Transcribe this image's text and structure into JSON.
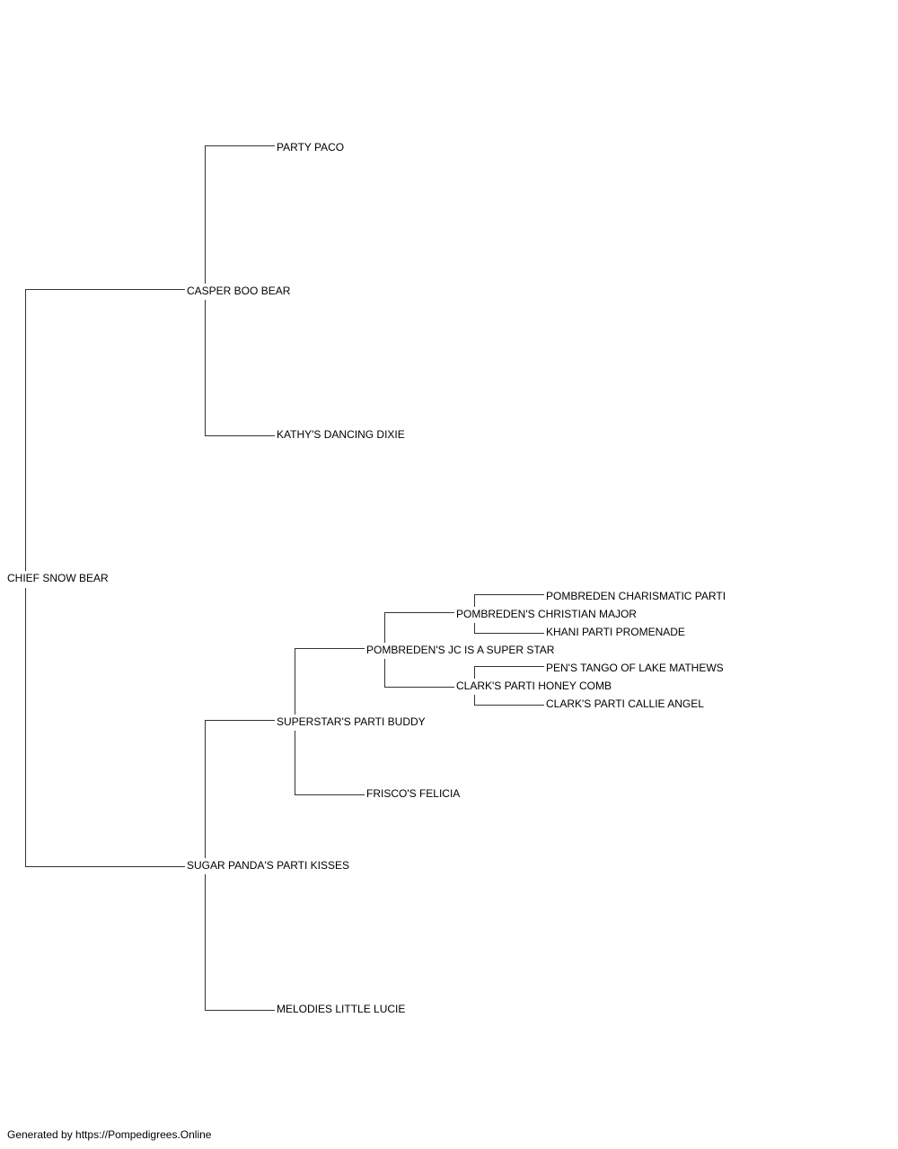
{
  "pedigree": {
    "subject": "CHIEF SNOW BEAR",
    "sire": {
      "name": "CASPER BOO BEAR",
      "sire": "PARTY PACO",
      "dam": "KATHY'S DANCING DIXIE"
    },
    "dam": {
      "name": "SUGAR PANDA'S PARTI KISSES",
      "sire": {
        "name": "SUPERSTAR'S PARTI BUDDY",
        "sire": {
          "name": "POMBREDEN'S JC IS A SUPER STAR",
          "sire": {
            "name": "POMBREDEN'S CHRISTIAN MAJOR",
            "sire": "POMBREDEN CHARISMATIC PARTI",
            "dam": "KHANI PARTI PROMENADE"
          },
          "dam": {
            "name": "CLARK'S PARTI HONEY COMB",
            "sire": "PEN'S TANGO OF LAKE MATHEWS",
            "dam": "CLARK'S PARTI CALLIE ANGEL"
          }
        },
        "dam": "FRISCO'S FELICIA"
      },
      "dam": "MELODIES LITTLE LUCIE"
    }
  },
  "footer": "Generated by https://Pompedigrees.Online",
  "colors": {
    "line": "#333333",
    "text": "#000000",
    "background": "#ffffff"
  }
}
